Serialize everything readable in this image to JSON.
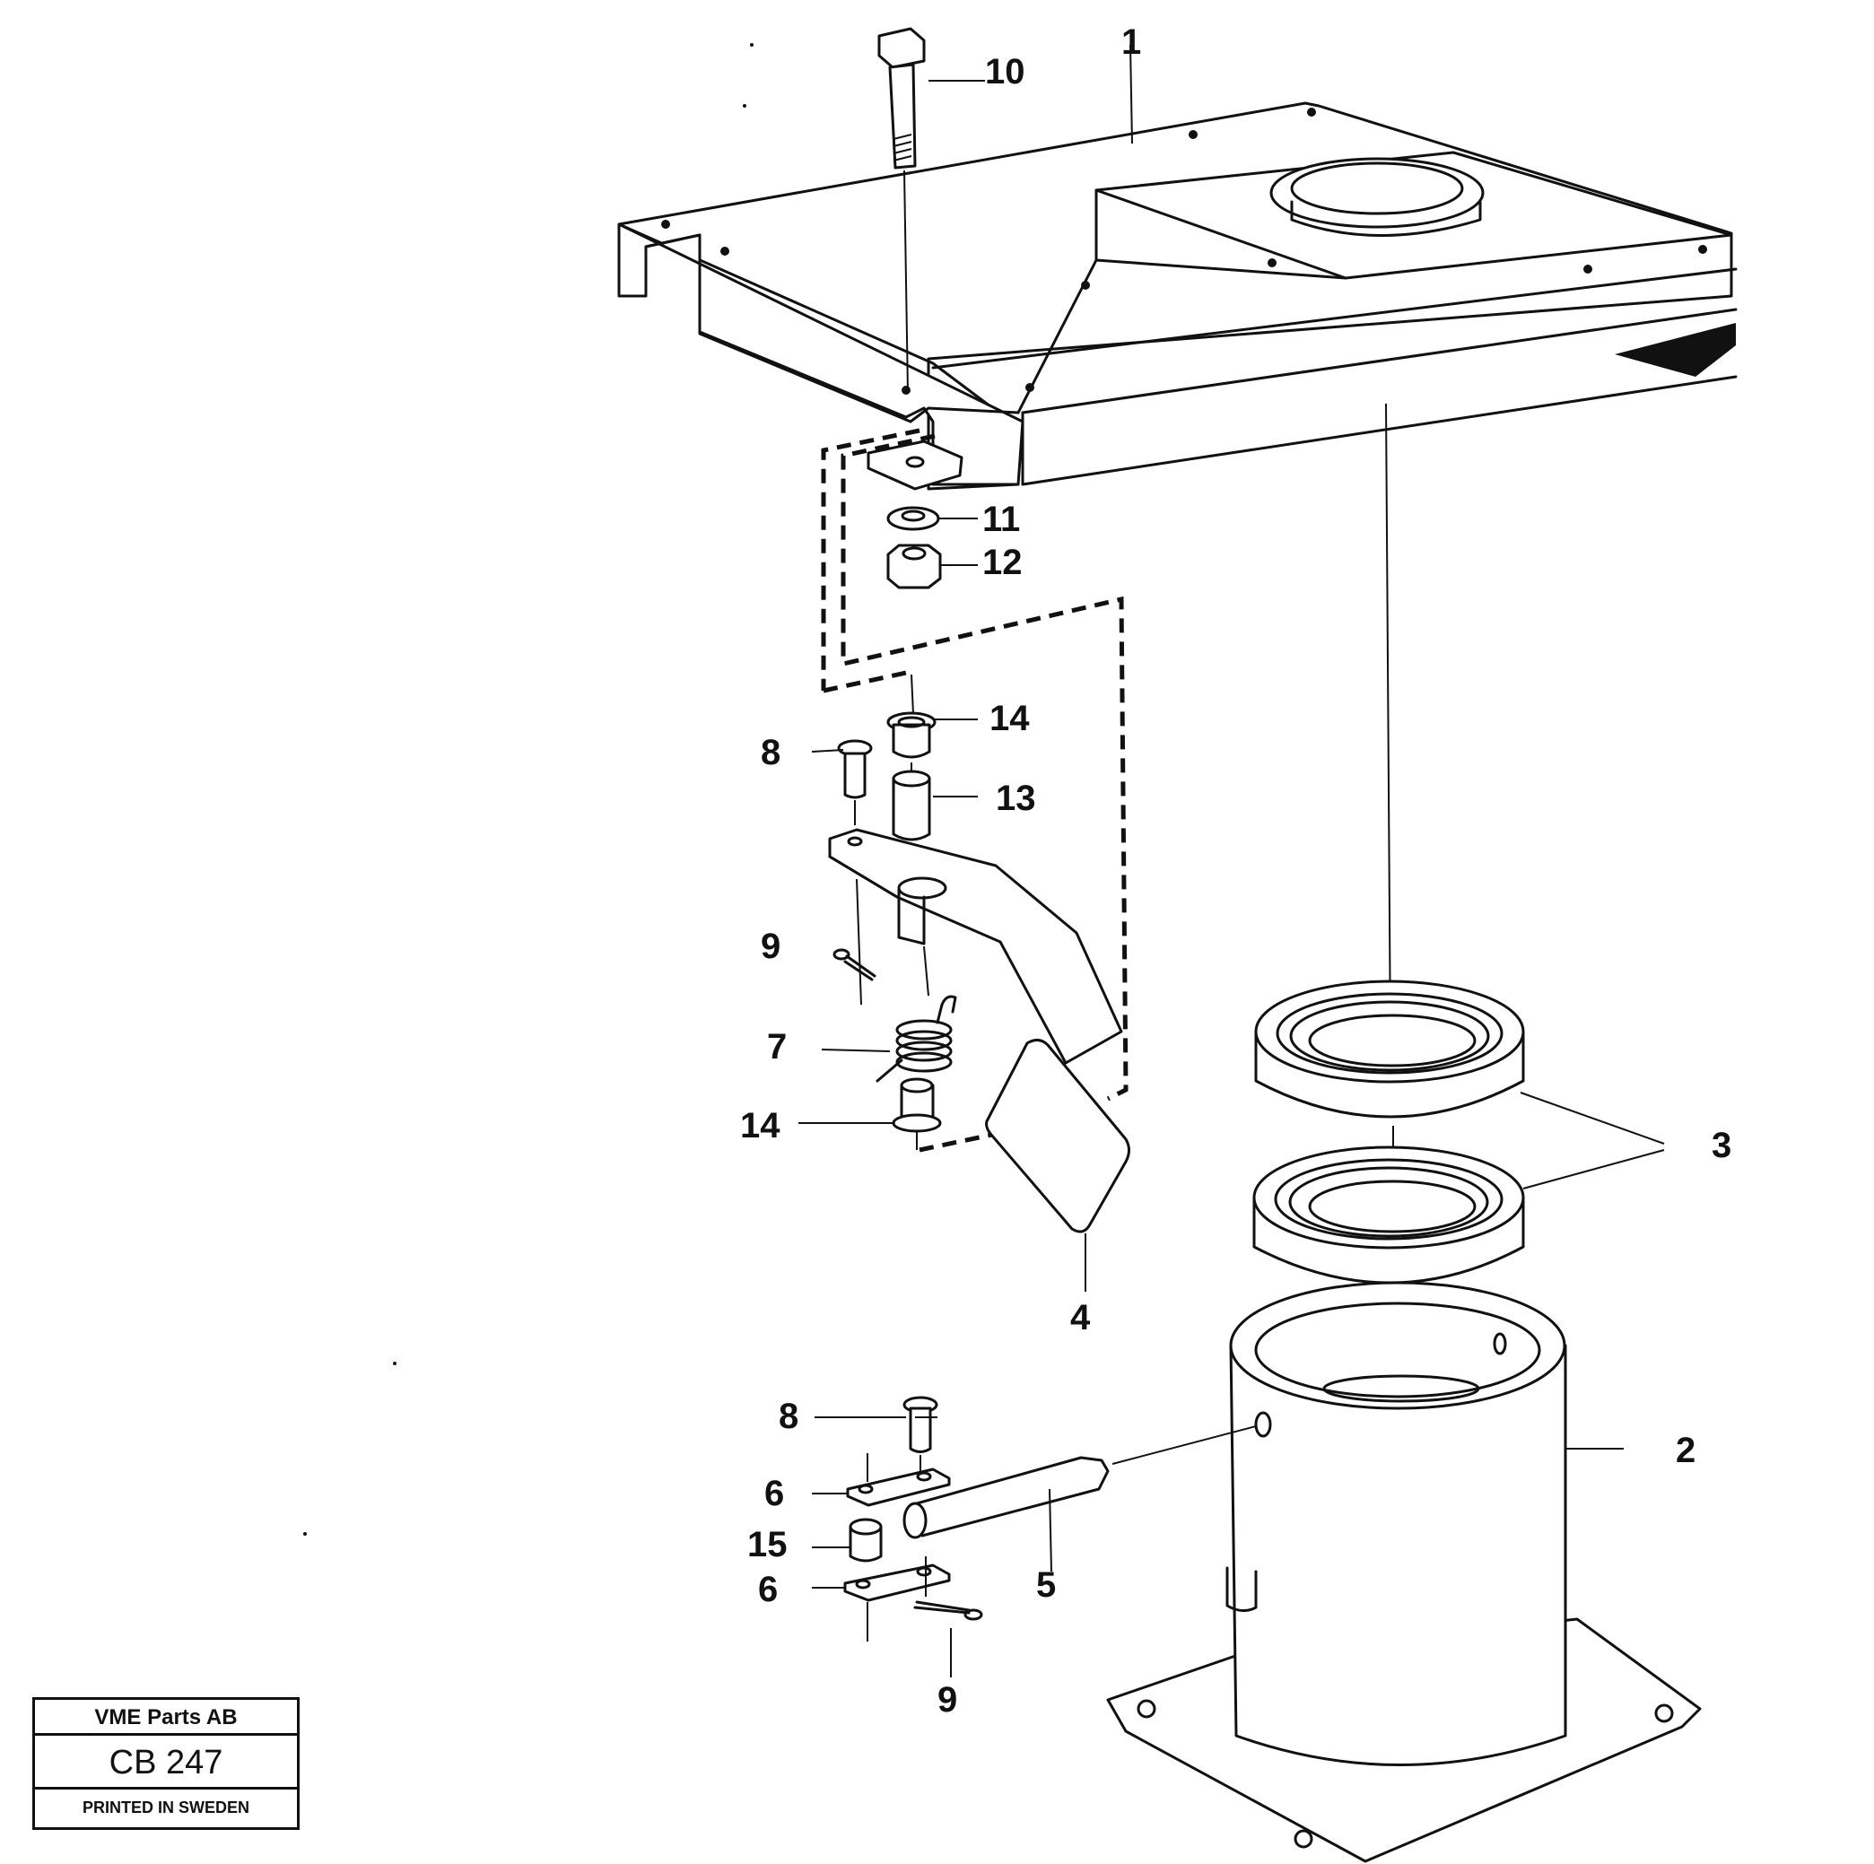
{
  "callouts": {
    "c1": "1",
    "c2": "2",
    "c3": "3",
    "c4": "4",
    "c5": "5",
    "c6a": "6",
    "c6b": "6",
    "c7": "7",
    "c8a": "8",
    "c8b": "8",
    "c9a": "9",
    "c9b": "9",
    "c10": "10",
    "c11": "11",
    "c12": "12",
    "c13": "13",
    "c14a": "14",
    "c14b": "14",
    "c15": "15"
  },
  "title_block": {
    "company": "VME Parts AB",
    "code": "CB 247",
    "note": "PRINTED IN SWEDEN"
  }
}
